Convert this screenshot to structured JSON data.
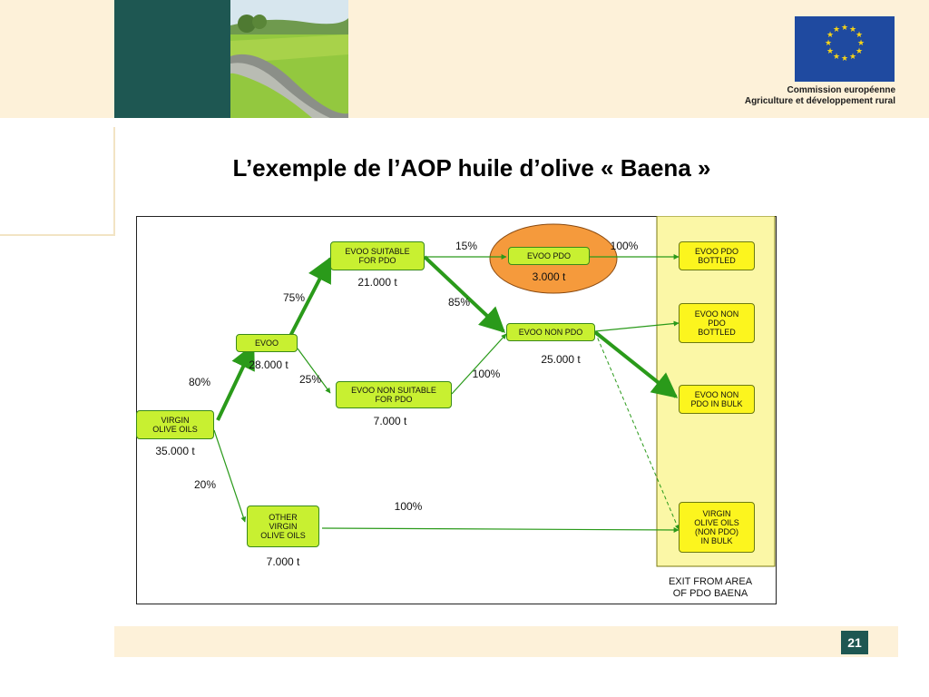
{
  "header": {
    "org_line1": "Commission européenne",
    "org_line2": "Agriculture et développement rural",
    "colors": {
      "band": "#fdf1d9",
      "teal": "#1e5752",
      "eu_blue": "#1f4aa0",
      "eu_star": "#f7d417"
    }
  },
  "title": "L’exemple de l’AOP huile d’olive « Baena »",
  "diagram": {
    "nodes": {
      "virgin": {
        "label": "VIRGIN\nOLIVE OILS",
        "qty": "35.000 t"
      },
      "evoo": {
        "label": "EVOO",
        "qty": "28.000 t"
      },
      "other": {
        "label": "OTHER\nVIRGIN\nOLIVE OILS",
        "qty": "7.000 t"
      },
      "suitable": {
        "label": "EVOO SUITABLE\nFOR PDO",
        "qty": "21.000 t"
      },
      "nonsuitable": {
        "label": "EVOO NON SUITABLE\nFOR PDO",
        "qty": "7.000 t"
      },
      "pdo": {
        "label": "EVOO PDO",
        "qty": "3.000 t"
      },
      "nonpdo": {
        "label": "EVOO NON PDO",
        "qty": "25.000 t"
      },
      "out_pdo_bottled": {
        "label": "EVOO PDO\nBOTTLED"
      },
      "out_nonpdo_bottled": {
        "label": "EVOO NON\nPDO\nBOTTLED"
      },
      "out_nonpdo_bulk": {
        "label": "EVOO NON\nPDO IN BULK"
      },
      "out_virgin_bulk": {
        "label": "VIRGIN\nOLIVE OILS\n(NON PDO)\nIN BULK"
      }
    },
    "edges": {
      "virgin_evoo": "80%",
      "virgin_other": "20%",
      "evoo_suitable": "75%",
      "evoo_nonsuitable": "25%",
      "suitable_pdo": "15%",
      "suitable_nonpdo": "85%",
      "nonsuitable_nonpdo": "100%",
      "pdo_bottled": "100%",
      "other_bulk": "100%"
    },
    "exit_label": "EXIT FROM AREA\nOF PDO BAENA",
    "colors": {
      "node_green": "#c8f031",
      "node_yellow": "#fcf51e",
      "ellipse": "#f59a3c",
      "arrow": "#2a9a1a",
      "exit_zone": "#fbf7a6"
    }
  },
  "footer": {
    "page": "21"
  }
}
